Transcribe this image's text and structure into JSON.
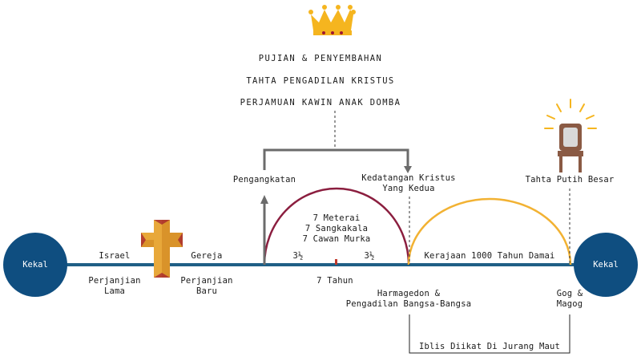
{
  "colors": {
    "timeline": "#1f5f86",
    "circle": "#0f4e80",
    "tribulation_arc": "#8b1e3f",
    "millennium_arc": "#f2b233",
    "bracket": "#6b6b6b",
    "crown": "#f5b51f",
    "cross": "#d9932a"
  },
  "icons": {
    "crown": "crown-icon",
    "cross": "cross-icon",
    "throne": "throne-chair-icon"
  },
  "heaven_events": [
    "PUJIAN & PENYEMBAHAN",
    "TAHTA PENGADILAN KRISTUS",
    "PERJAMUAN KAWIN ANAK DOMBA"
  ],
  "nodes": {
    "eternity_left": "Kekal",
    "eternity_right": "Kekal",
    "rapture": "Pengangkatan",
    "second_coming": "Kedatangan Kristus\nYang Kedua",
    "white_throne": "Tahta Putih Besar"
  },
  "segments": {
    "israel": "Israel",
    "old_covenant": "Perjanjian\nLama",
    "church": "Gereja",
    "new_covenant": "Perjanjian\nBaru",
    "half_1": "3½",
    "half_2": "3½",
    "seven_years": "7 Tahun",
    "judgments": "7 Meterai\n7 Sangkakala\n7 Cawan Murka",
    "millennium": "Kerajaan 1000 Tahun Damai",
    "armageddon": "Harmagedon &\nPengadilan Bangsa-Bangsa",
    "gog_magog": "Gog &\nMagog",
    "satan_bound": "Iblis Diikat Di Jurang Maut"
  }
}
